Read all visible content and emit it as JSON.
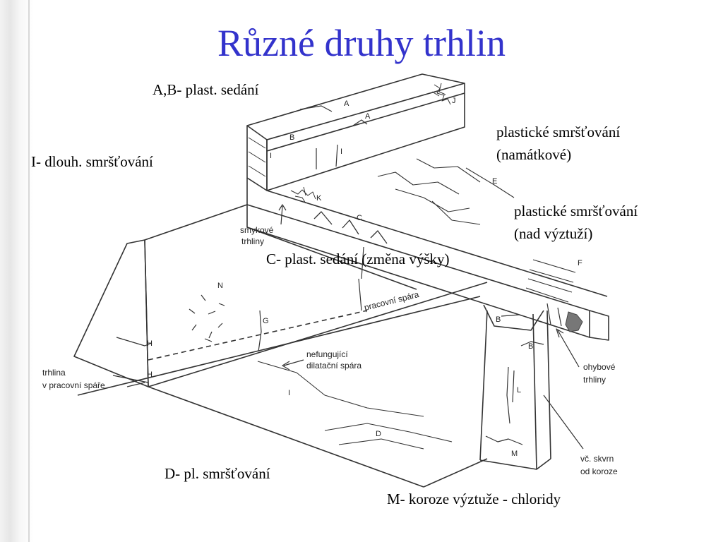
{
  "slide": {
    "title": "Různé druhy trhlin"
  },
  "labels": {
    "ab": "A,B- plast. sedání",
    "i": "I- dlouh. smršťování",
    "e1": "plastické smršťování",
    "e2": "(namátkové)",
    "f1": "plastické smršťování",
    "f2": "(nad výztuží)",
    "c": "C- plast. sedání (změna výšky)",
    "d": "D- pl. smršťování",
    "m": "M- koroze výztuže - chloridy"
  },
  "drawing_text": {
    "smykove1": "smykové",
    "smykove2": "trhliny",
    "pracovni": "pracovní spára",
    "nefungujici1": "nefungující",
    "nefungujici2": "dilatační spára",
    "trhlina1": "trhlina",
    "trhlina2": "v pracovní spáře",
    "ohybove1": "ohybové",
    "ohybove2": "trhliny",
    "koroze1": "vč. skvrn",
    "koroze2": "od koroze"
  },
  "crack_letters": [
    "A",
    "A",
    "B",
    "J",
    "I",
    "I",
    "K",
    "C",
    "E",
    "F",
    "N",
    "G",
    "H",
    "H",
    "B",
    "B",
    "L",
    "M",
    "I",
    "D"
  ]
}
